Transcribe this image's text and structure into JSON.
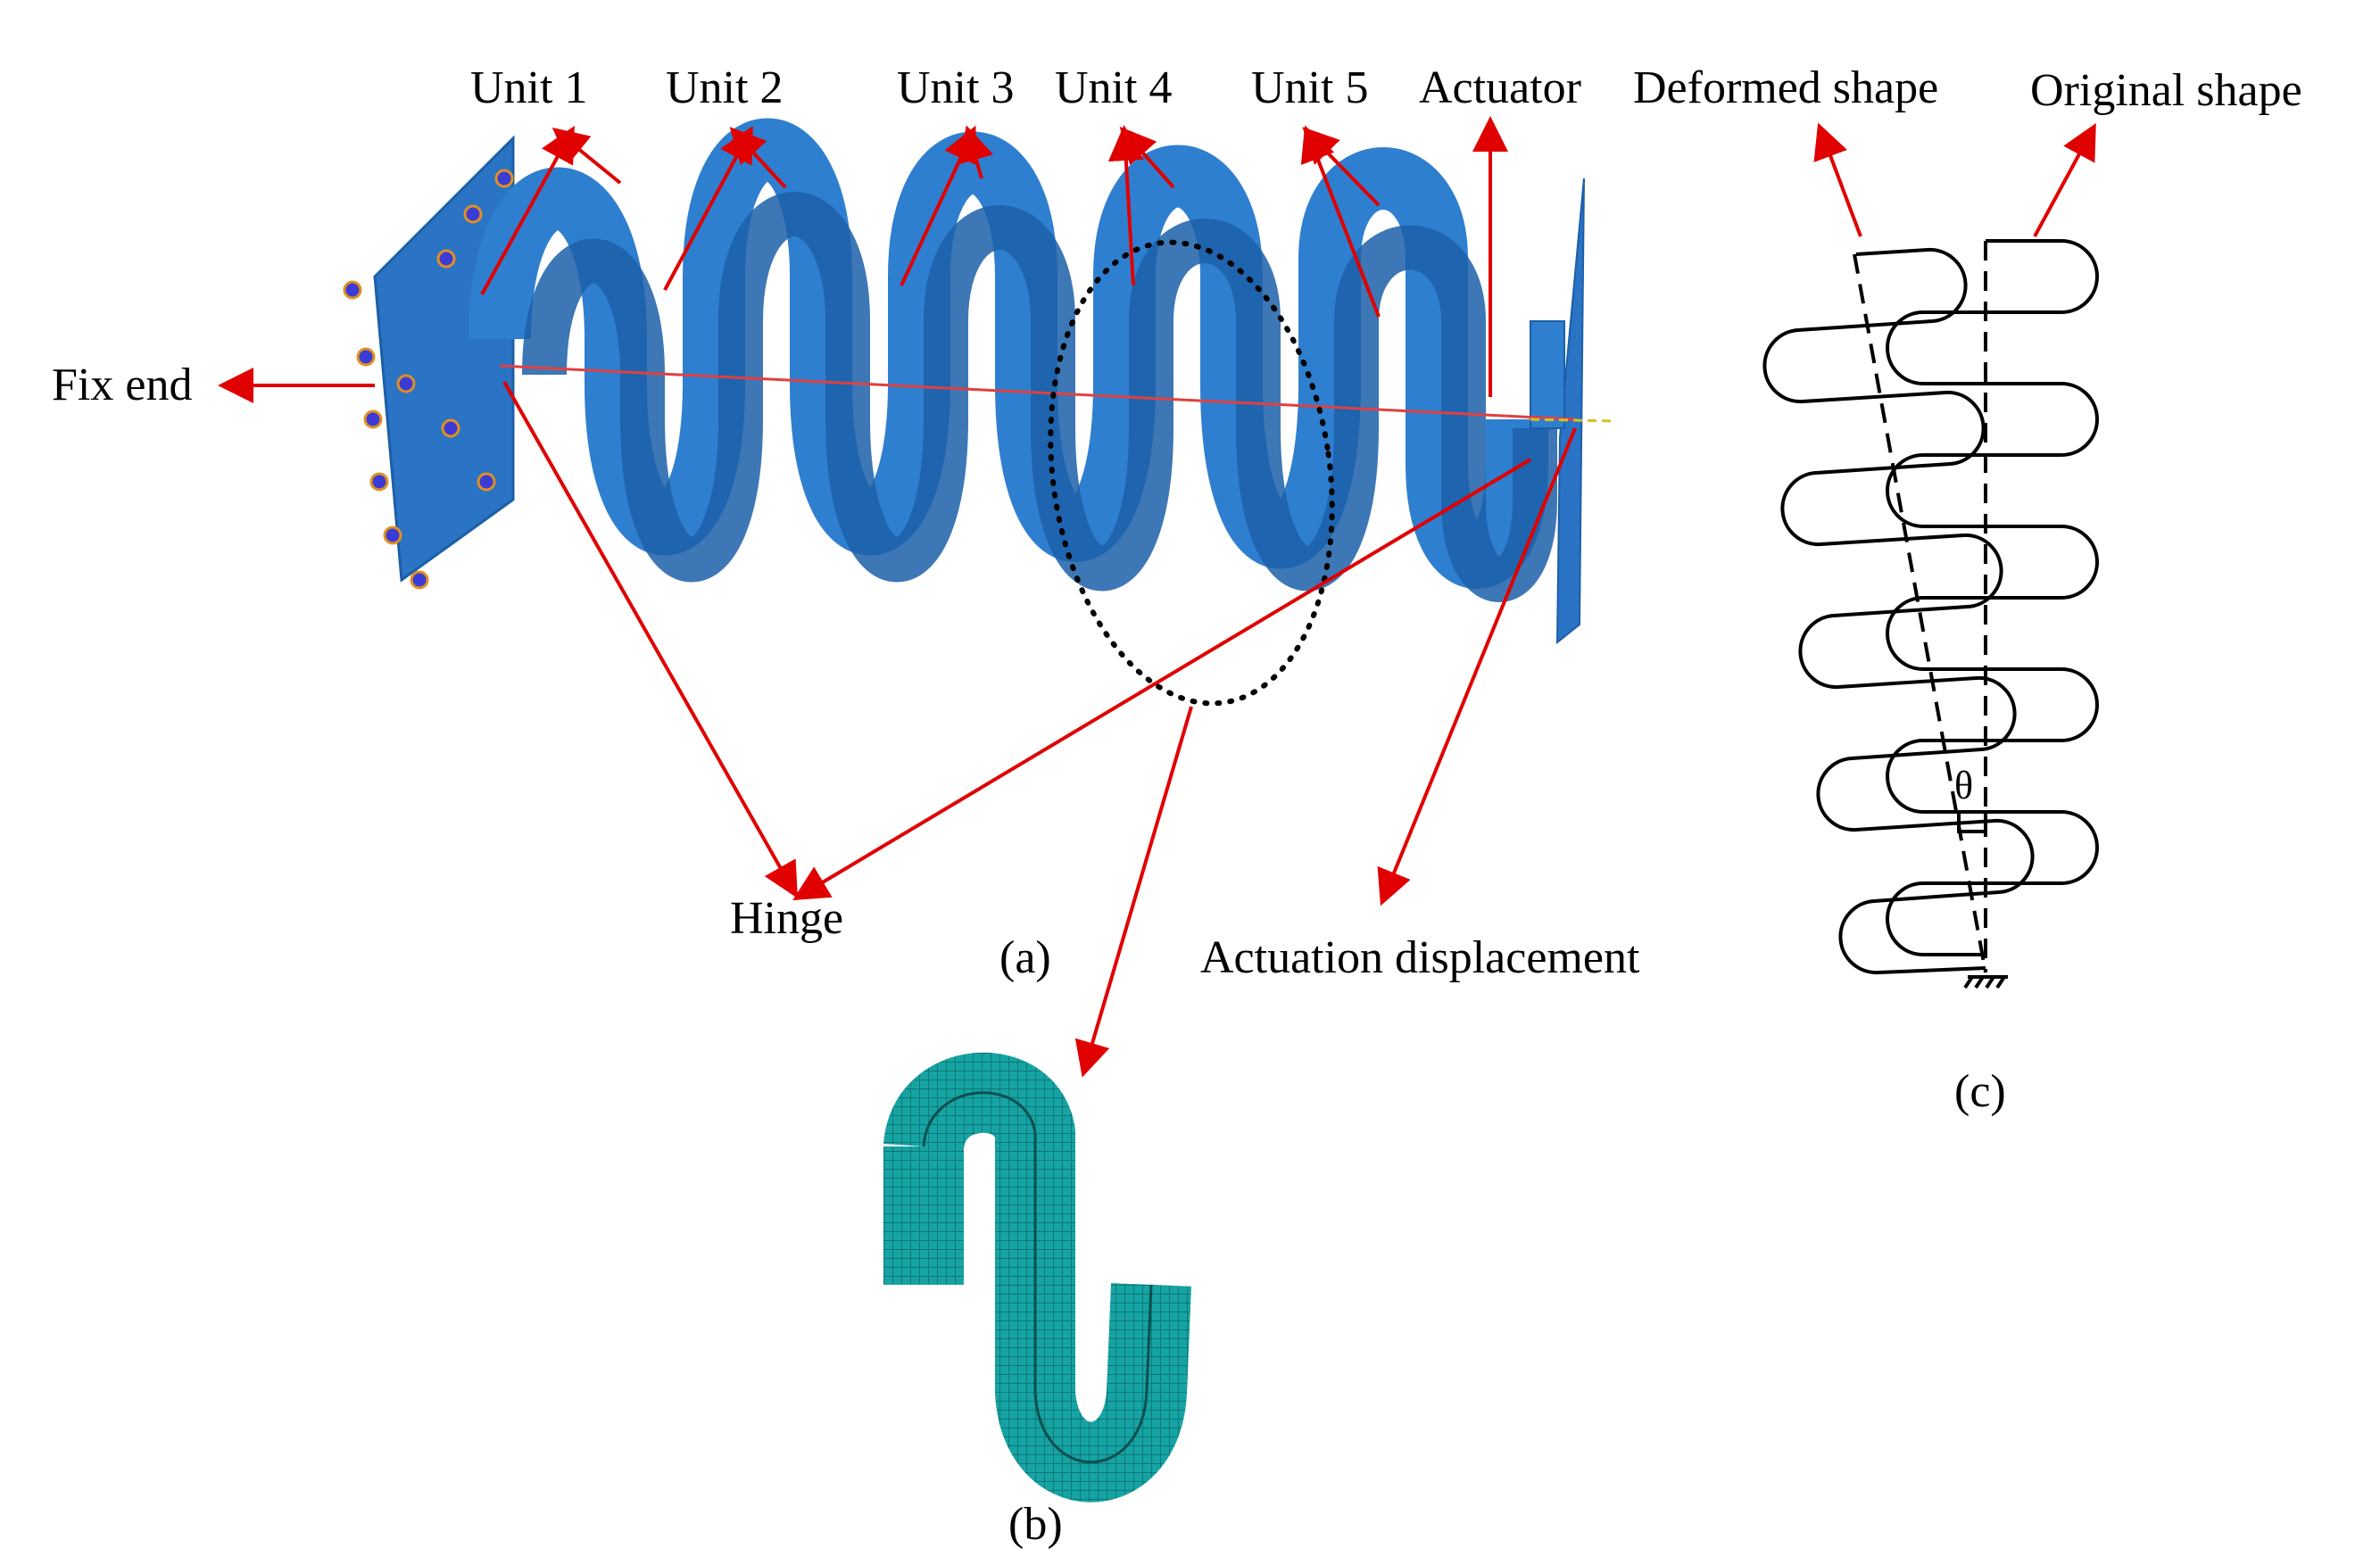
{
  "labels": {
    "unit1": "Unit 1",
    "unit2": "Unit 2",
    "unit3": "Unit 3",
    "unit4": "Unit 4",
    "unit5": "Unit 5",
    "actuator": "Actuator",
    "deformed_shape": "Deformed shape",
    "original_shape": "Original shape",
    "fix_end": "Fix end",
    "hinge": "Hinge",
    "actuation_displacement": "Actuation displacement",
    "theta": "θ"
  },
  "panels": {
    "a": "(a)",
    "b": "(b)",
    "c": "(c)"
  },
  "colors": {
    "arrow": "#e00000",
    "ribbon": "#2f7fd0",
    "ribbon_dark": "#1b5fa8",
    "mesh": "#16a3a3",
    "outline": "#000000"
  }
}
